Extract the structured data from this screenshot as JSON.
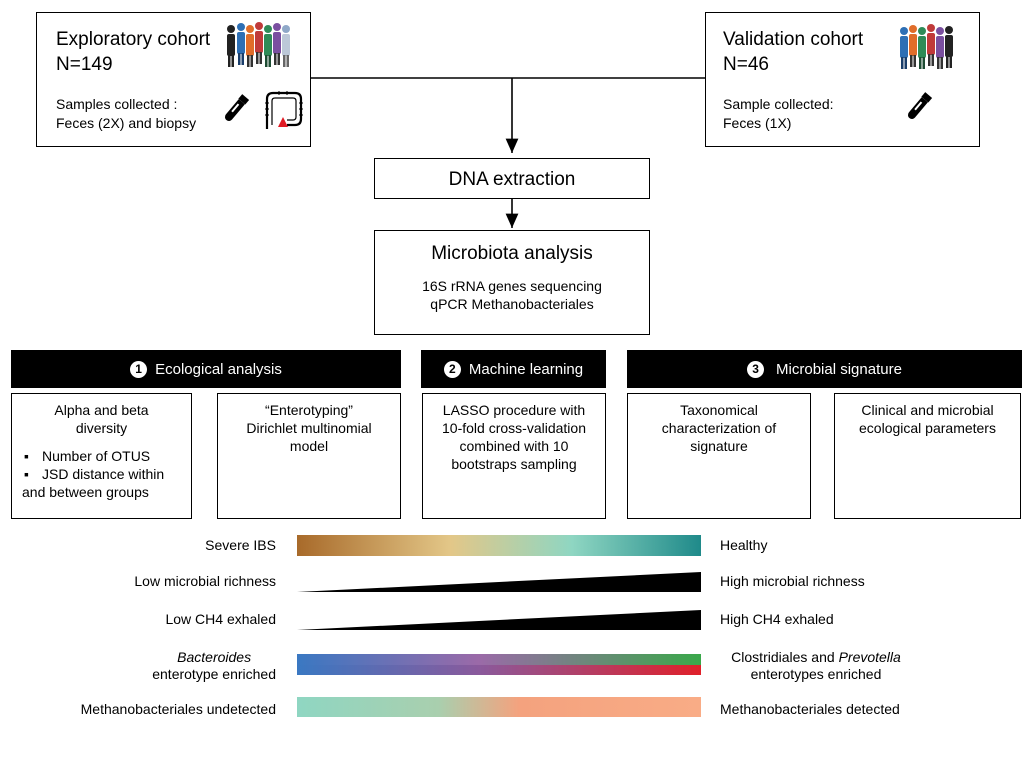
{
  "cohorts": {
    "exploratory": {
      "title": "Exploratory cohort",
      "n": "N=149",
      "samples_label": "Samples collected :",
      "samples_value": "Feces (2X) and biopsy",
      "icons": [
        "people-group-icon",
        "sample-tube-icon",
        "colon-icon"
      ]
    },
    "validation": {
      "title": "Validation cohort",
      "n": "N=46",
      "samples_label": "Sample collected:",
      "samples_value": "Feces (1X)",
      "icons": [
        "people-group-icon",
        "sample-tube-icon"
      ]
    }
  },
  "dna_extraction": "DNA extraction",
  "microbiota": {
    "title": "Microbiota analysis",
    "line1": "16S rRNA genes sequencing",
    "line2": "qPCR Methanobacteriales"
  },
  "sections": [
    {
      "number": "1",
      "label": "Ecological analysis"
    },
    {
      "number": "2",
      "label": "Machine learning"
    },
    {
      "number": "3",
      "label": "Microbial signature"
    }
  ],
  "methods": {
    "alpha_beta": {
      "title_line1": "Alpha and beta",
      "title_line2": "diversity",
      "bullet1": "Number of OTUS",
      "bullet2_line1": "JSD distance within",
      "bullet2_line2": "and between groups"
    },
    "enterotyping": {
      "line1": "“Enterotyping”",
      "line2": "Dirichlet multinomial",
      "line3": "model"
    },
    "lasso": {
      "line1": "LASSO procedure with",
      "line2": "10-fold cross-validation",
      "line3": "combined with 10",
      "line4": "bootstraps sampling"
    },
    "taxonomical": {
      "line1": "Taxonomical",
      "line2": "characterization of",
      "line3": "signature"
    },
    "clinical": {
      "line1": "Clinical  and microbial",
      "line2": "ecological parameters"
    }
  },
  "gradients": {
    "ibs": {
      "left": "Severe IBS",
      "right": "Healthy",
      "colors": [
        "#a86a2a",
        "#e3c788",
        "#8fd6c2",
        "#1f8a8a"
      ]
    },
    "richness": {
      "left": "Low microbial richness",
      "right": "High microbial richness",
      "color": "#000000"
    },
    "ch4": {
      "left": "Low CH4 exhaled",
      "right": "High CH4 exhaled",
      "color": "#000000"
    },
    "enterotype": {
      "left_line1": "Bacteroides",
      "left_line2": "enterotype enriched",
      "right_line1_a": "Clostridiales and ",
      "right_line1_b": "Prevotella",
      "right_line2": "enterotypes enriched",
      "colors": [
        "#3a78c2",
        "#3aa84a",
        "#e0202a"
      ]
    },
    "methano": {
      "left": "Methanobacteriales undetected",
      "right": "Methanobacteriales detected",
      "colors": [
        "#8fd6c2",
        "#f4a27e"
      ]
    }
  }
}
